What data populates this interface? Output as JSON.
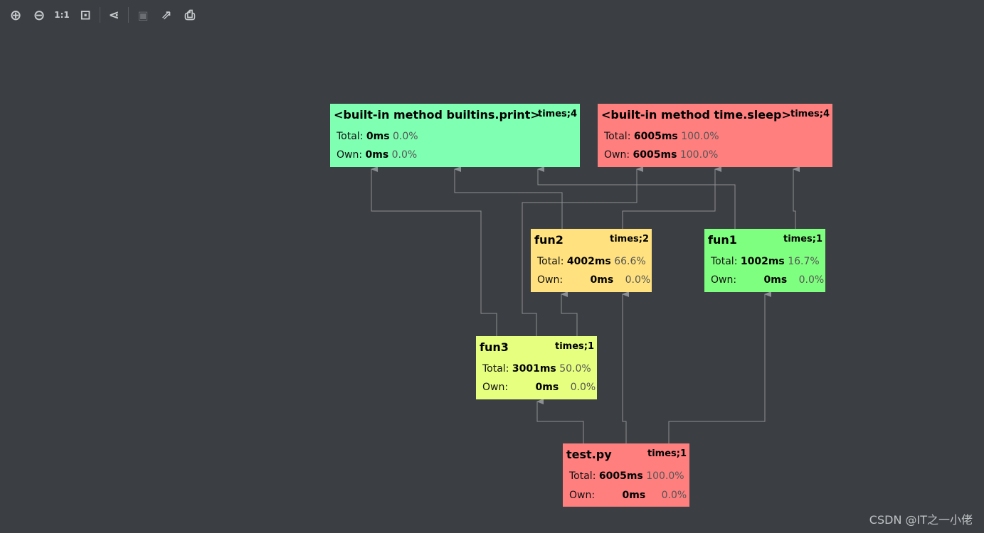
{
  "toolbar": {
    "zoom_in": "⊕",
    "zoom_out": "⊖",
    "actual_size": "1:1",
    "fit": "⊡",
    "layout": "⋖",
    "save": "▣",
    "export": "⇗",
    "print": "⎙"
  },
  "nodes": {
    "print": {
      "title": "<built-in method builtins.print>",
      "times": "times;4",
      "total_label": "Total:",
      "total_value": "0ms",
      "total_pct": "0.0%",
      "own_label": "Own:",
      "own_value": "0ms",
      "own_pct": "0.0%",
      "color": "#7fffb2"
    },
    "sleep": {
      "title": "<built-in method time.sleep>",
      "times": "times;4",
      "total_label": "Total:",
      "total_value": "6005ms",
      "total_pct": "100.0%",
      "own_label": "Own:",
      "own_value": "6005ms",
      "own_pct": "100.0%",
      "color": "#ff7f7f"
    },
    "fun2": {
      "title": "fun2",
      "times": "times;2",
      "total_label": "Total:",
      "total_value": "4002ms",
      "total_pct": "66.6%",
      "own_label": "Own:",
      "own_value": "0ms",
      "own_pct": "0.0%",
      "color": "#ffe27f"
    },
    "fun1": {
      "title": "fun1",
      "times": "times;1",
      "total_label": "Total:",
      "total_value": "1002ms",
      "total_pct": "16.7%",
      "own_label": "Own:",
      "own_value": "0ms",
      "own_pct": "0.0%",
      "color": "#7fff7f"
    },
    "fun3": {
      "title": "fun3",
      "times": "times;1",
      "total_label": "Total:",
      "total_value": "3001ms",
      "total_pct": "50.0%",
      "own_label": "Own:",
      "own_value": "0ms",
      "own_pct": "0.0%",
      "color": "#e6ff7f"
    },
    "test": {
      "title": "test.py",
      "times": "times;1",
      "total_label": "Total:",
      "total_value": "6005ms",
      "total_pct": "100.0%",
      "own_label": "Own:",
      "own_value": "0ms",
      "own_pct": "0.0%",
      "color": "#ff7f7f"
    }
  },
  "watermark": "CSDN @IT之一小佬"
}
